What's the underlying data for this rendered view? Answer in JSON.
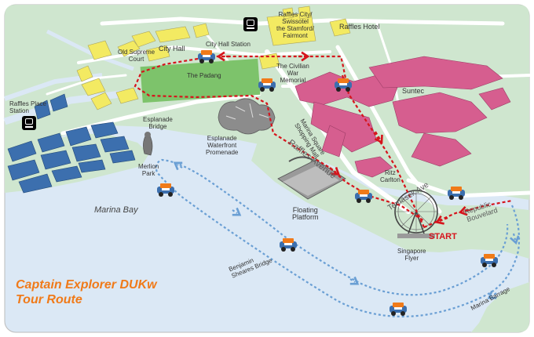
{
  "map": {
    "title_line1": "Captain Explorer DUKw",
    "title_line2": "Tour Route",
    "water_label": "Marina Bay",
    "start_label": "START",
    "landmarks": {
      "raffles_city": [
        "Raffles City/",
        "Swissotel",
        "the Stamford/",
        "Fairmont"
      ],
      "raffles_hotel": "Raffles Hotel",
      "old_supreme_court": [
        "Old Supreme",
        "Court"
      ],
      "city_hall": "City Hall",
      "city_hall_station": "City Hall Station",
      "the_padang": "The Padang",
      "civilian_war_memorial": [
        "The Civilian",
        "War",
        "Memorial"
      ],
      "suntec": "Suntec",
      "marina_square": [
        "Marina Square",
        "Shopping Mall"
      ],
      "raffles_place_station": [
        "Raffles Place",
        "Station"
      ],
      "esplanade_bridge": [
        "Esplanade",
        "Bridge"
      ],
      "esplanade_promenade": [
        "Esplanade",
        "Waterfront",
        "Promenade"
      ],
      "merlion_park": [
        "Merlion",
        "Park"
      ],
      "ritz_carlton": [
        "Ritz",
        "Carlton"
      ],
      "floating_platform": [
        "Floating",
        "Platform"
      ],
      "singapore_flyer": [
        "Singapore",
        "Flyer"
      ],
      "benjamin_sheares_bridge": [
        "Benjamin",
        "Sheares Bridge"
      ],
      "marina_barrage": "Marina Barrage"
    },
    "roads": {
      "raffles_avenue": "Raffles Avenue",
      "temasek_ave": "Temasek Ave",
      "republic_boulevard": [
        "Republic",
        "Bouvelard"
      ]
    },
    "colors": {
      "land": "#cfe6cf",
      "water": "#dbe8f5",
      "road": "#ffffff",
      "padang": "#7dc36b",
      "yellow_buildings": "#f3ea62",
      "pink_buildings": "#d65e8f",
      "blue_buildings": "#3c6fae",
      "grey_buildings": "#8c8c8c",
      "land_route": "#d6141c",
      "water_route": "#6a9fd4",
      "title": "#f07a19"
    },
    "icons": [
      "mrt-station-icon",
      "amphibious-duck-vehicle-icon",
      "singapore-flyer-icon",
      "merlion-statue-icon"
    ]
  }
}
